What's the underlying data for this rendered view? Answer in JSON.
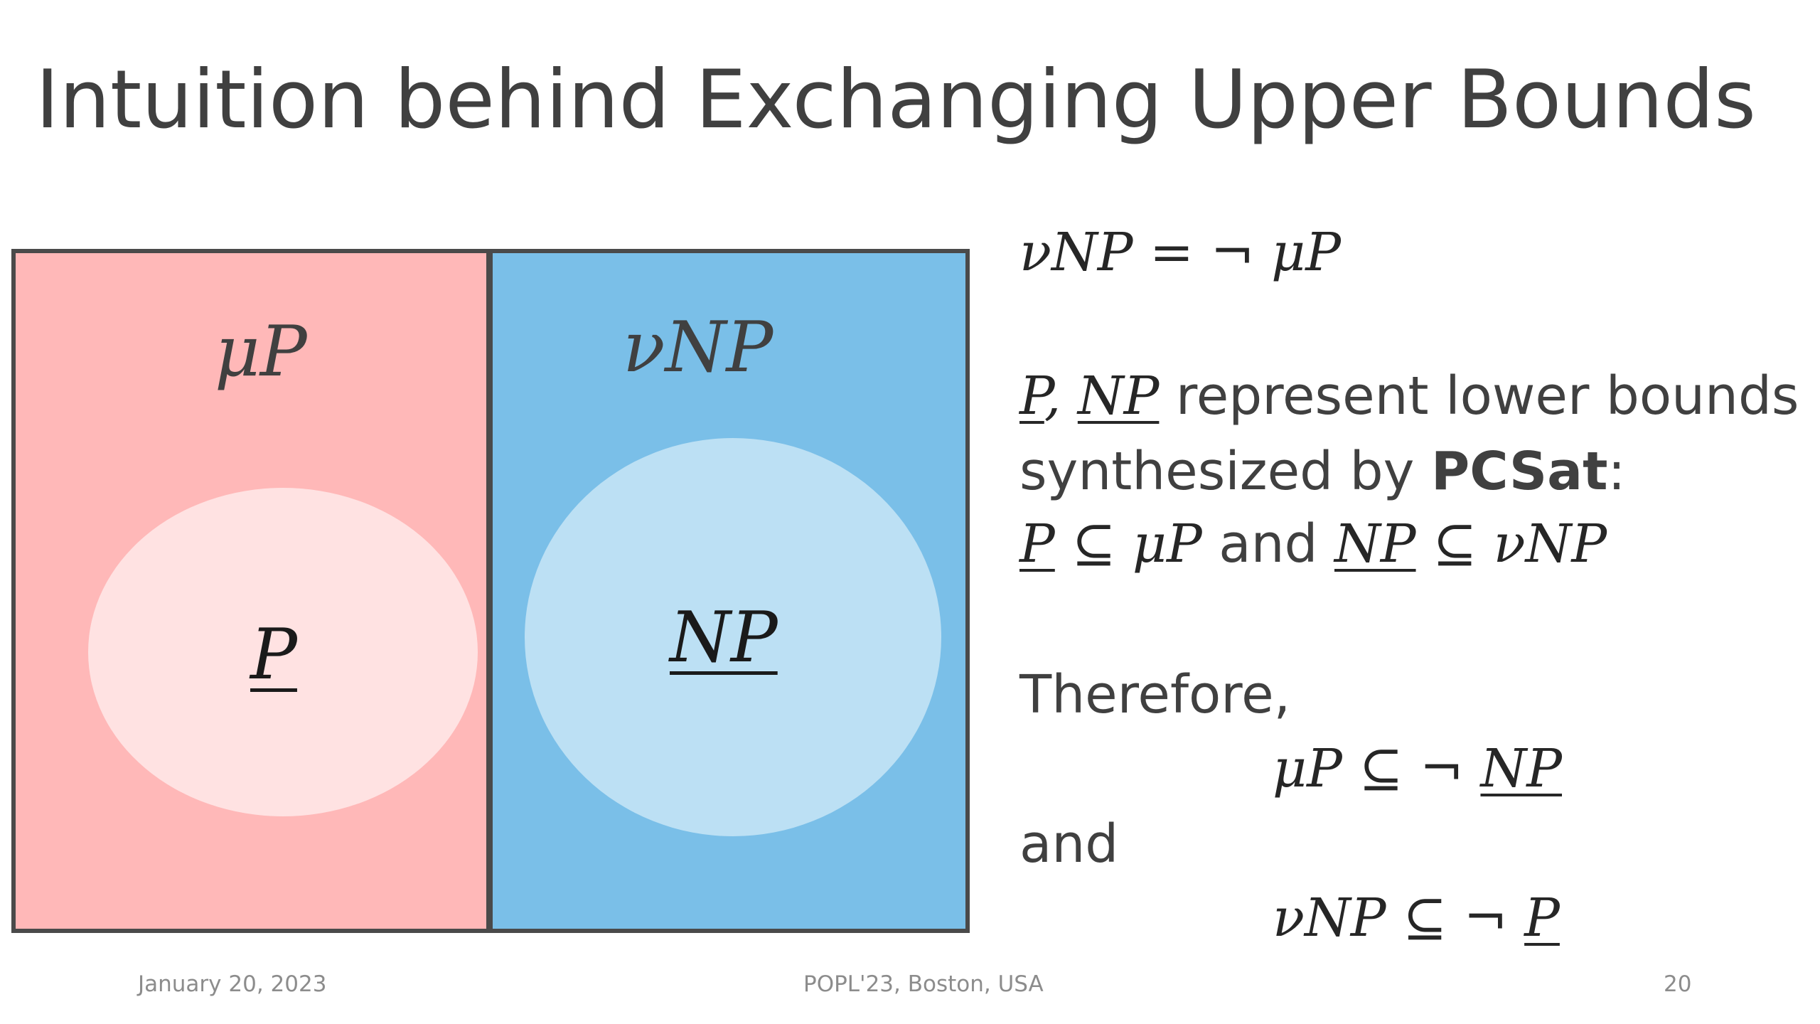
{
  "slide": {
    "title": "Intuition behind Exchanging Upper Bounds"
  },
  "diagram": {
    "left_label": "μP",
    "right_label": "νNP",
    "left_inner": "P",
    "right_inner": "NP"
  },
  "text": {
    "eq1": "νNP = ¬ μP",
    "l2_math_a": "P",
    "l2_comma": ",",
    "l2_math_b": "NP",
    "l2_rest": " represent lower bounds",
    "l3_pre": "synthesized by ",
    "l3_bold": "PCSat",
    "l3_post": ":",
    "l4_a": "P",
    "l4_b": " ⊆ μP",
    "l4_and": " and ",
    "l4_c": "NP",
    "l4_d": " ⊆ νNP",
    "therefore": "Therefore,",
    "e1_a": "μP ⊆ ¬ ",
    "e1_b": "NP",
    "and": "and",
    "e2_a": "νNP ⊆ ¬ ",
    "e2_b": "P"
  },
  "footer": {
    "date": "January 20, 2023",
    "venue": "POPL'23, Boston, USA",
    "page": "20"
  }
}
